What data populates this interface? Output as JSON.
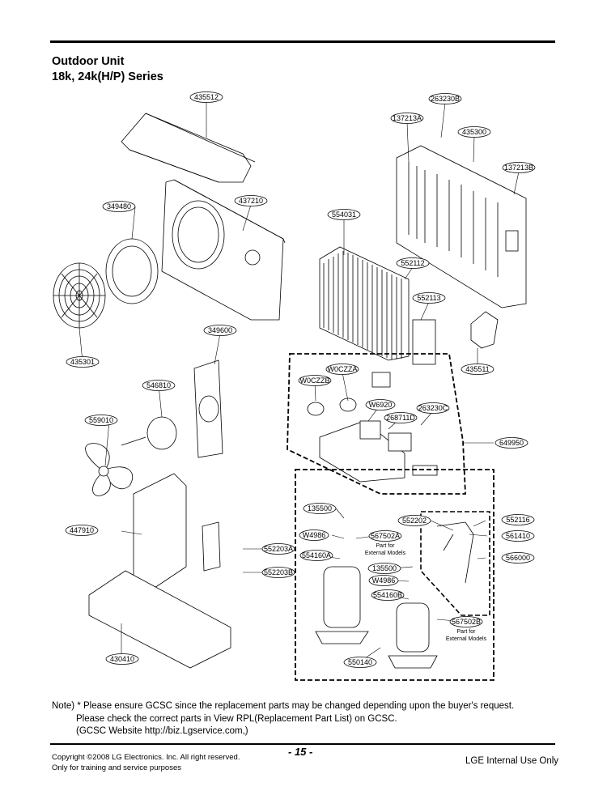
{
  "heading": {
    "line1": "Outdoor Unit",
    "line2": "18k, 24k(H/P) Series"
  },
  "callouts": {
    "c435512": "435512",
    "c263230B": "263230B",
    "c137213A": "137213A",
    "c435300": "435300",
    "c137213B": "137213B",
    "c437210": "437210",
    "c349480": "349480",
    "c554031": "554031",
    "c552112": "552112",
    "c552113": "552113",
    "c349600": "349600",
    "c435301": "435301",
    "c435511": "435511",
    "cW0CZZB": "W0CZZB",
    "cW0CZZA": "W0CZZA",
    "c546810": "546810",
    "cW6920": "W6920",
    "c263230C": "263230C",
    "c268711D": "268711D",
    "c559010": "559010",
    "c649950": "649950",
    "c135500a": "135500",
    "c552202": "552202",
    "c552116": "552116",
    "cW4986a": "W4986",
    "c567502A": "567502A",
    "c561410": "561410",
    "c447910": "447910",
    "c554160A": "554160A",
    "c552203A": "552203A",
    "c135500b": "135500",
    "c566000": "566000",
    "cW4986b": "W4986",
    "c552203B": "552203B",
    "c554160B": "554160B",
    "c567502B": "567502B",
    "c430410": "430410",
    "c550140": "550140",
    "part_for": "Part for",
    "external_models": "External Models"
  },
  "note": {
    "line1": "Note) * Please ensure GCSC since the replacement parts may be changed depending upon the buyer's request.",
    "line2": "Please check  the correct parts in View RPL(Replacement Part List) on GCSC.",
    "line3": "(GCSC Website  http://biz.Lgservice.com,)"
  },
  "footer": {
    "copyright": "Copyright ©2008 LG Electronics. Inc. All right reserved.",
    "training": "Only for training and service purposes",
    "page": "- 15 -",
    "internal": "LGE Internal Use Only"
  }
}
